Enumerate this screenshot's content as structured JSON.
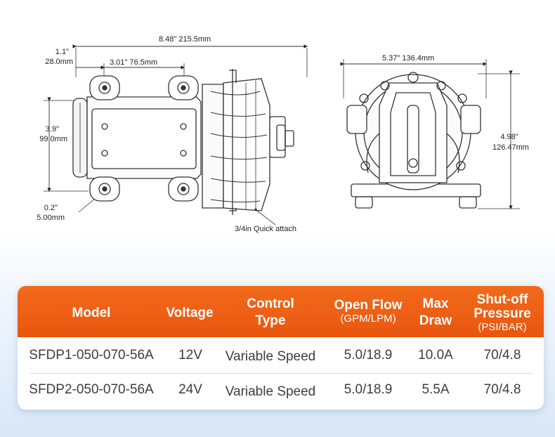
{
  "dimensions": {
    "overall_length": "8.48\"  215.5mm",
    "offset_in": "1.1\"",
    "offset_mm": "28.0mm",
    "mount_spacing": "3.01\"  76.5mm",
    "height_in": "3.9\"",
    "height_mm": "99.0mm",
    "hole_in": "0.2\"",
    "hole_mm": "5.00mm",
    "port_label": "3/4in Quick attach",
    "width_front": "5.37\"  136.4mm",
    "height_front_in": "4.98\"",
    "height_front_mm": "126.47mm"
  },
  "spec_table": {
    "headers": {
      "model": "Model",
      "voltage": "Voltage",
      "control_1": "Control",
      "control_2": "Type",
      "flow_1": "Open Flow",
      "flow_2": "(GPM/LPM)",
      "draw_1": "Max",
      "draw_2": "Draw",
      "pressure_1": "Shut-off",
      "pressure_2": "Pressure",
      "pressure_3": "(PSI/BAR)"
    },
    "rows": [
      {
        "model": "SFDP1-050-070-56A",
        "voltage": "12V",
        "control": "Variable Speed",
        "flow": "5.0/18.9",
        "draw": "10.0A",
        "pressure": "70/4.8"
      },
      {
        "model": "SFDP2-050-070-56A",
        "voltage": "24V",
        "control": "Variable Speed",
        "flow": "5.0/18.9",
        "draw": "5.5A",
        "pressure": "70/4.8"
      }
    ],
    "colors": {
      "header": "#ee5f14",
      "text": "#3d3d3d"
    }
  }
}
